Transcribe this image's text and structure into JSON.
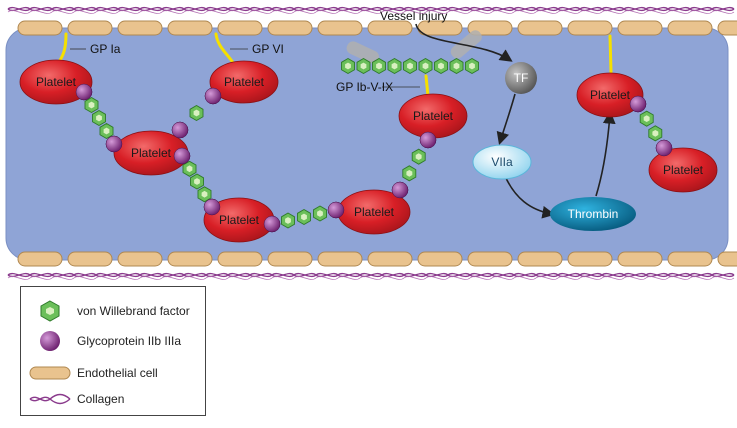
{
  "labels": {
    "vessel_injury": "Vessel injury",
    "gp_ia": "GP Ia",
    "gp_vi": "GP VI",
    "gp_ib": "GP Ib-V-IX",
    "tf": "TF",
    "viia": "VIIa",
    "thrombin": "Thrombin",
    "platelet": "Platelet"
  },
  "legend": {
    "vwf": "von Willebrand factor",
    "gp2b3a": "Glycoprotein IIb IIIa",
    "endothelial": "Endothelial cell",
    "collagen": "Collagen"
  },
  "colors": {
    "vessel_lumen": "#8fa4d6",
    "platelet": "#d81f26",
    "vwf_hexagon": "#6bbf5a",
    "glycoprotein": "#7a1f78",
    "endothelial": "#e9c38e",
    "collagen": "#8a3a8c",
    "gp_receptor": "#f5e000",
    "tf": "#7a7a7a",
    "viia": "#bfe6f5",
    "thrombin": "#0b86b5"
  }
}
